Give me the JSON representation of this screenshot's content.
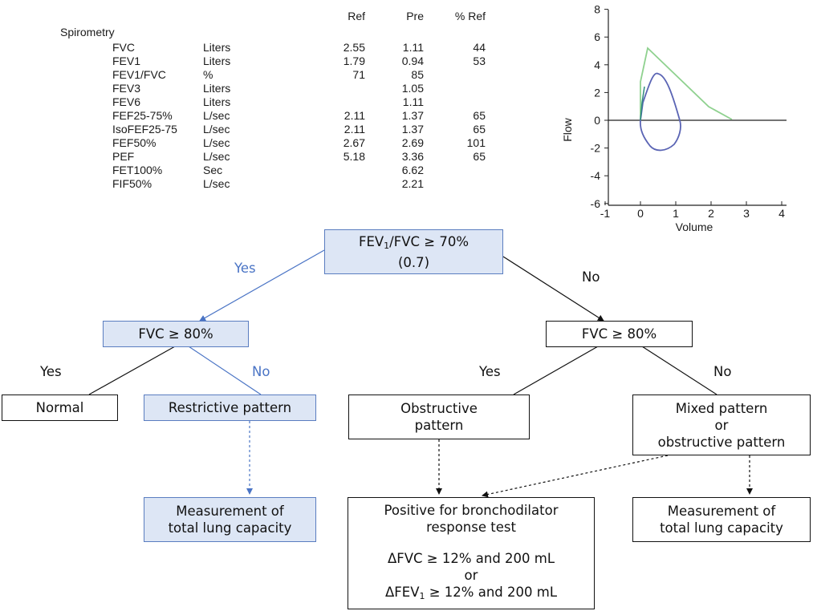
{
  "spirometry": {
    "title": "Spirometry",
    "columns": {
      "ref": "Ref",
      "pre": "Pre",
      "pct": "% Ref"
    },
    "rows": [
      {
        "name": "FVC",
        "unit": "Liters",
        "ref": "2.55",
        "pre": "1.11",
        "pct": "44"
      },
      {
        "name": "FEV1",
        "unit": "Liters",
        "ref": "1.79",
        "pre": "0.94",
        "pct": "53"
      },
      {
        "name": "FEV1/FVC",
        "unit": "%",
        "ref": "71",
        "pre": "85",
        "pct": ""
      },
      {
        "name": "FEV3",
        "unit": "Liters",
        "ref": "",
        "pre": "1.05",
        "pct": ""
      },
      {
        "name": "FEV6",
        "unit": "Liters",
        "ref": "",
        "pre": "1.11",
        "pct": ""
      },
      {
        "name": "FEF25-75%",
        "unit": "L/sec",
        "ref": "2.11",
        "pre": "1.37",
        "pct": "65"
      },
      {
        "name": "IsoFEF25-75",
        "unit": "L/sec",
        "ref": "2.11",
        "pre": "1.37",
        "pct": "65"
      },
      {
        "name": "FEF50%",
        "unit": "L/sec",
        "ref": "2.67",
        "pre": "2.69",
        "pct": "101"
      },
      {
        "name": "PEF",
        "unit": "L/sec",
        "ref": "5.18",
        "pre": "3.36",
        "pct": "65"
      },
      {
        "name": "FET100%",
        "unit": "Sec",
        "ref": "",
        "pre": "6.62",
        "pct": ""
      },
      {
        "name": "FIF50%",
        "unit": "L/sec",
        "ref": "",
        "pre": "2.21",
        "pct": ""
      }
    ]
  },
  "plot": {
    "xlabel": "Volume",
    "ylabel": "Flow",
    "xticks": [
      "-1",
      "0",
      "1",
      "2",
      "3",
      "4"
    ],
    "yticks": [
      "8",
      "6",
      "4",
      "2",
      "0",
      "-2",
      "-4",
      "-6"
    ],
    "colors": {
      "reference": "#8fd18f",
      "measured": "#5a64b4",
      "axis": "#222222"
    }
  },
  "flowchart": {
    "root": {
      "line1": "FEV",
      "sub": "1",
      "line1_rest": "/FVC ≥ 70%",
      "line2": "(0.7)"
    },
    "left_fvc": "FVC ≥ 80%",
    "right_fvc": "FVC ≥ 80%",
    "edge_yes": "Yes",
    "edge_no": "No",
    "normal": "Normal",
    "restrictive": "Restrictive pattern",
    "obstructive": [
      "Obstructive",
      "pattern"
    ],
    "mixed": [
      "Mixed pattern",
      "or",
      "obstructive pattern"
    ],
    "tlc_left": [
      "Measurement of",
      "total lung capacity"
    ],
    "tlc_right": [
      "Measurement of",
      "total lung capacity"
    ],
    "bronchodilator": {
      "line1": "Positive for bronchodilator",
      "line2": "response test",
      "crit1": "ΔFVC ≥ 12% and 200 mL",
      "or": "or",
      "crit2_pre": "ΔFEV",
      "crit2_sub": "1",
      "crit2_post": " ≥ 12% and 200 mL"
    },
    "colors": {
      "highlight_fill": "#dde6f5",
      "highlight_border": "#5a7dc0",
      "blue_text": "#4a74c5"
    }
  }
}
